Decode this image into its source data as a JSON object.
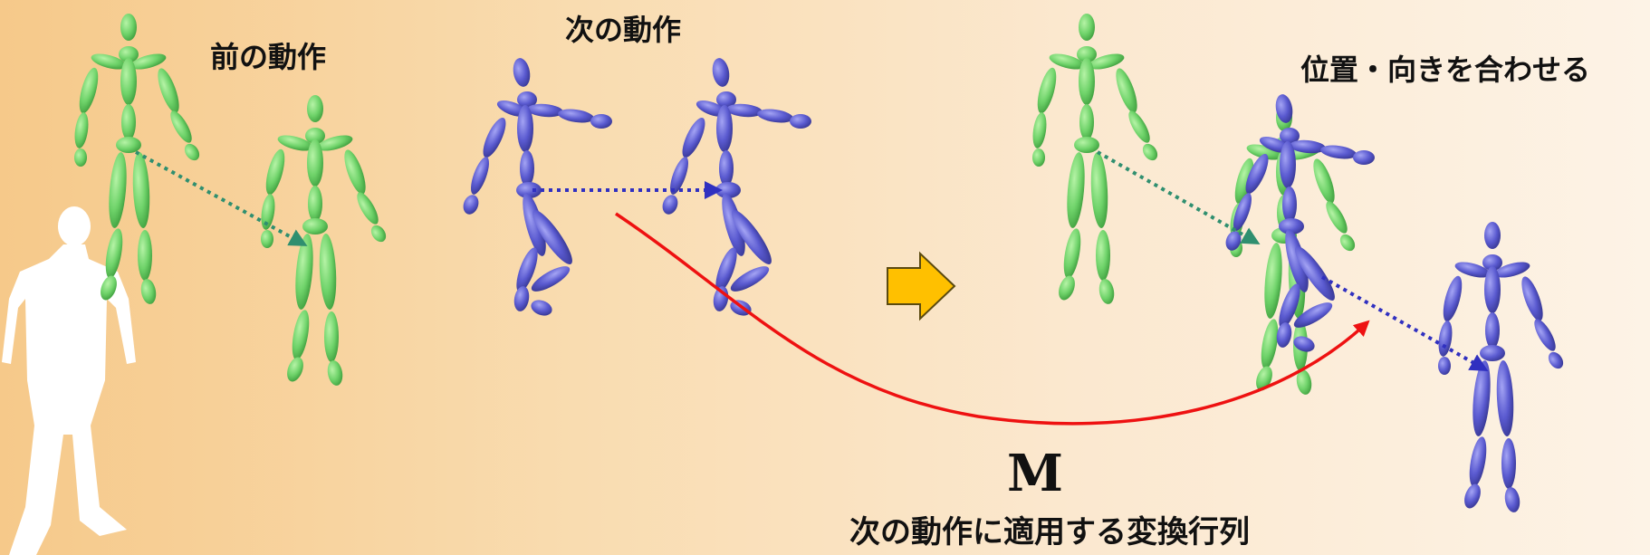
{
  "labels": {
    "previous_motion": "前の動作",
    "next_motion": "次の動作",
    "align_position_direction": "位置・向きを合わせる",
    "matrix_symbol": "M",
    "matrix_caption": "次の動作に適用する変換行列"
  },
  "colors": {
    "previous_figure": "#6fd36a",
    "next_figure": "#5a5ad0",
    "transform_curve": "#ee1111",
    "arrow_fill": "#ffc000",
    "silhouette": "#ffffff"
  },
  "icons": {
    "big_arrow": "right-arrow-icon",
    "silhouette": "human-silhouette-icon"
  }
}
